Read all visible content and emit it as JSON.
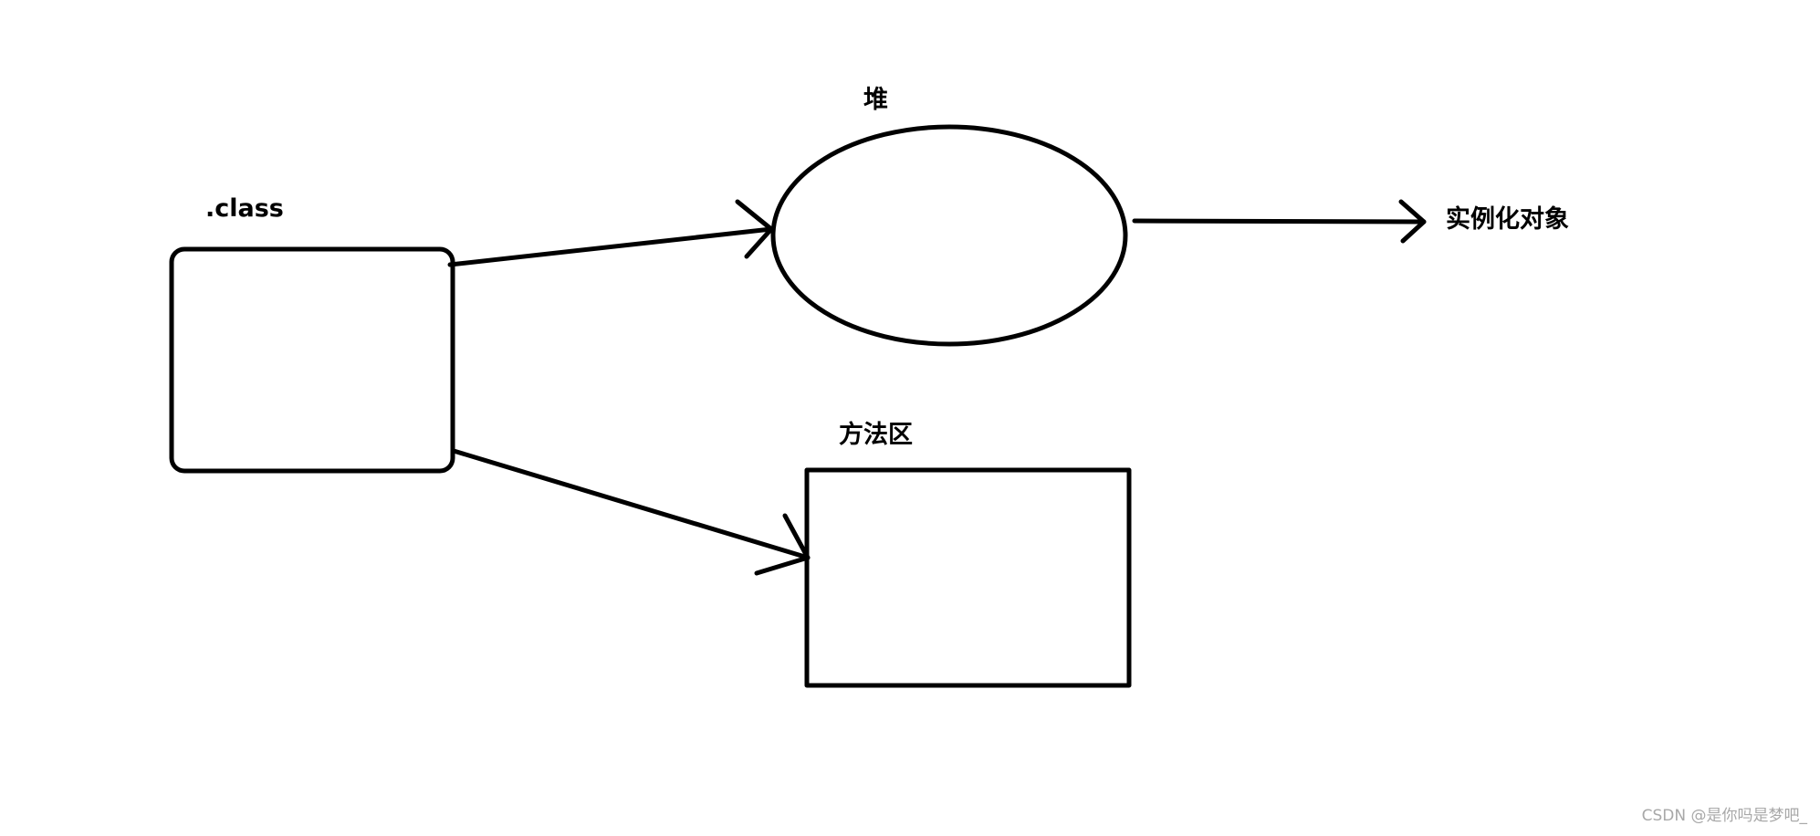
{
  "diagram": {
    "nodes": [
      {
        "id": "class",
        "label": ".class",
        "shape": "rounded-rectangle"
      },
      {
        "id": "heap",
        "label": "堆",
        "shape": "ellipse"
      },
      {
        "id": "method_area",
        "label": "方法区",
        "shape": "rectangle"
      },
      {
        "id": "instance",
        "label": "实例化对象",
        "shape": "text"
      }
    ],
    "edges": [
      {
        "from": "class",
        "to": "heap"
      },
      {
        "from": "class",
        "to": "method_area"
      },
      {
        "from": "heap",
        "to": "instance"
      }
    ]
  },
  "labels": {
    "class": ".class",
    "heap": "堆",
    "method_area": "方法区",
    "instance": "实例化对象"
  },
  "watermark": "CSDN @是你吗是梦吧_",
  "colors": {
    "stroke": "#000000",
    "background": "#ffffff",
    "watermark": "#a8a8a8"
  }
}
